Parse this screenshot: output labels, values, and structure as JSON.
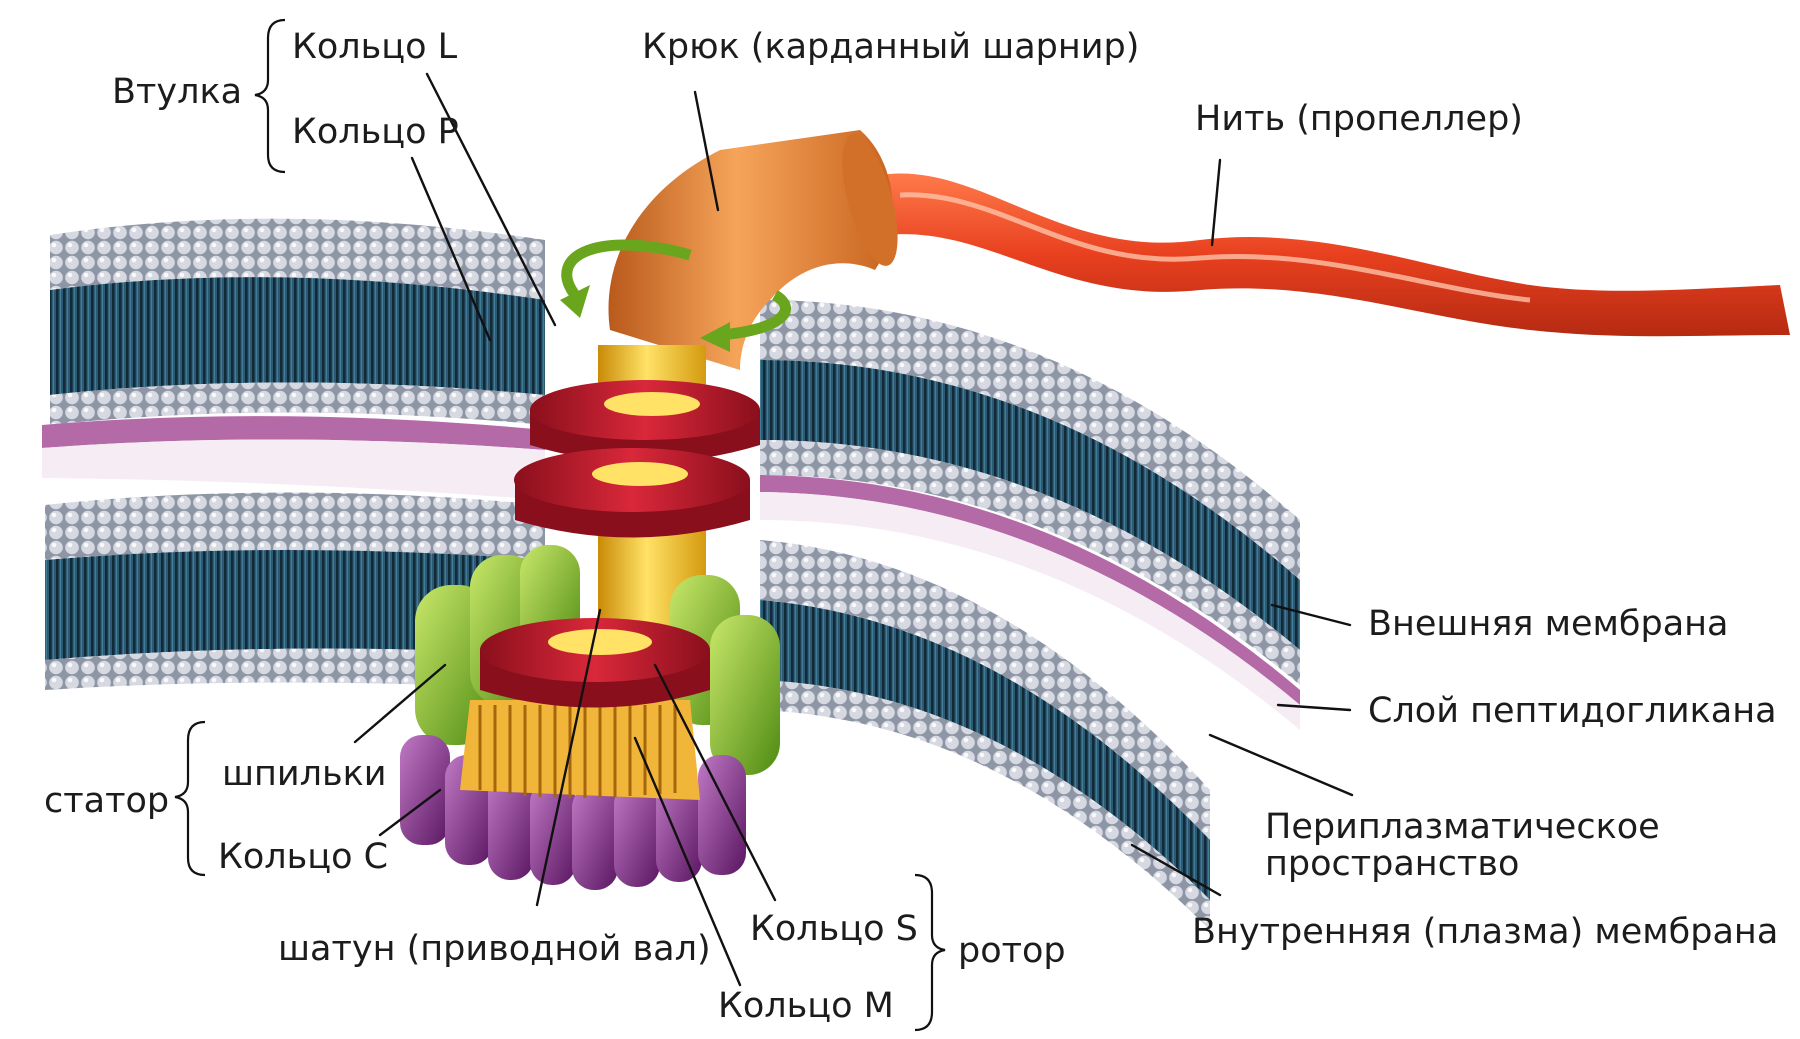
{
  "labels": {
    "bushing": "Втулка",
    "ring_l": "Кольцо L",
    "ring_p": "Кольцо P",
    "hook": "Крюк (карданный шарнир)",
    "filament": "Нить (пропеллер)",
    "outer_membrane": "Внешняя мембрана",
    "peptidoglycan": "Слой пептидогликана",
    "periplasm_1": "Периплазматическое",
    "periplasm_2": "пространство",
    "inner_membrane": "Внутренняя (плазма) мембрана",
    "stator": "статор",
    "studs": "шпильки",
    "ring_c": "Кольцо C",
    "rod": "шатун (приводной вал)",
    "ring_s": "Кольцо S",
    "rotor": "ротор",
    "ring_m": "Кольцо M"
  },
  "colors": {
    "membrane_core": "#2f5f78",
    "bead": "#c9ccd6",
    "periplasm": "#b56aa8",
    "peptidoglycan": "#f4e6f0",
    "hook": "#e8893c",
    "filament": "#e8401f",
    "ring_red": "#c41a2a",
    "rod_yellow": "#f2c21c",
    "stator_green": "#8dc21f",
    "ring_c_purple": "#8a2a8e",
    "arrow_green": "#6aa51e"
  },
  "icons": {
    "rotation_arrow": "curved-arrow-icon"
  }
}
